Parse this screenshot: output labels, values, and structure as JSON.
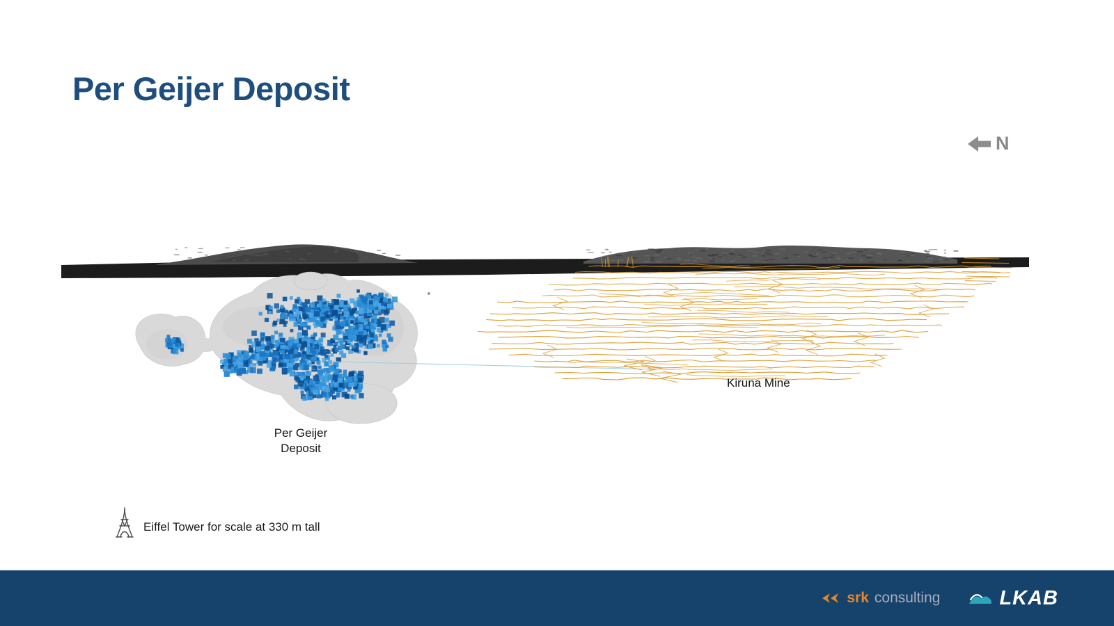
{
  "slide": {
    "title": "Per Geijer Deposit",
    "compass": {
      "label": "N"
    },
    "diagram": {
      "deposit_label_line1": "Per Geijer",
      "deposit_label_line2": "Deposit",
      "mine_label": "Kiruna Mine",
      "scale_note": "Eiffel Tower for scale at 330 m tall"
    },
    "footer": {
      "srk_name": "srk",
      "srk_suffix": "consulting",
      "lkab_name": "LKAB"
    },
    "colors": {
      "title": "#1d4e7e",
      "footer_bg": "#15436b",
      "accent_orange": "#e8842c",
      "mine_orange": "#d9992a",
      "ore_blue": "#2b8fd6",
      "lkab_teal": "#2aa7b8",
      "terrain_dark": "#1c1c1c",
      "blob_gray": "#d9d9d9"
    }
  }
}
